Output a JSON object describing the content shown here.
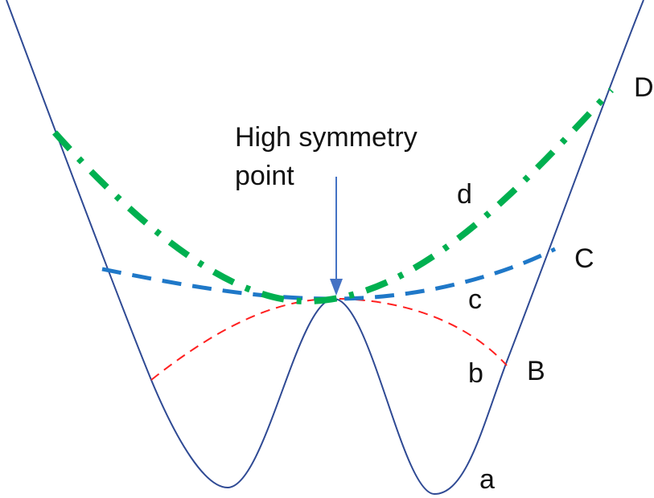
{
  "annotation": {
    "line1": "High symmetry",
    "line2": "point"
  },
  "curves": [
    {
      "id": "a",
      "curve_label": "a",
      "point_label": "",
      "color": "#2F4A94"
    },
    {
      "id": "b",
      "curve_label": "b",
      "point_label": "B",
      "color": "#FF2020"
    },
    {
      "id": "c",
      "curve_label": "c",
      "point_label": "C",
      "color": "#1F78C8"
    },
    {
      "id": "d",
      "curve_label": "d",
      "point_label": "D",
      "color": "#00B050"
    }
  ],
  "arrow_color": "#4472C4"
}
